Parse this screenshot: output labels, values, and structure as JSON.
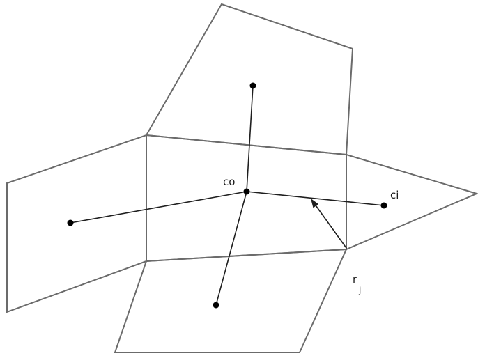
{
  "labels": {
    "co": "co",
    "ci": "ci",
    "r_base": "r",
    "r_sub": "j"
  }
}
